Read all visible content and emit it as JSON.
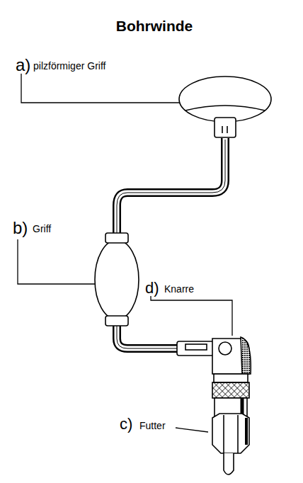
{
  "diagram": {
    "title": "Bohrwinde",
    "labels": [
      "a)",
      "pilzförmiger Griff",
      "b)",
      "Griff",
      "d)",
      "Knarre",
      "c)",
      "Futter"
    ]
  }
}
